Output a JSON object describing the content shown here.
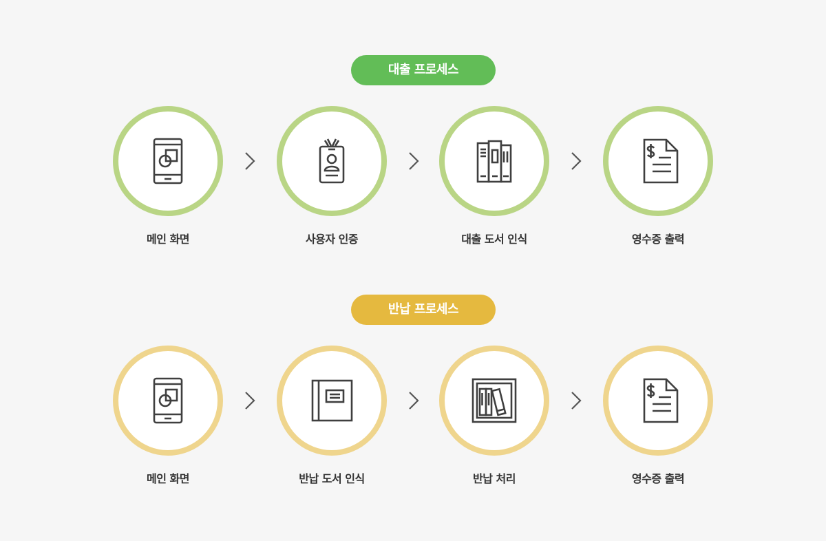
{
  "loan_process": {
    "title": "대출 프로세스",
    "color": "#62bd57",
    "ring_color": "#b9d585",
    "steps": [
      {
        "label": "메인 화면",
        "icon": "smartphone-icon"
      },
      {
        "label": "사용자 인증",
        "icon": "id-badge-icon"
      },
      {
        "label": "대출 도서 인식",
        "icon": "books-icon"
      },
      {
        "label": "영수증 출력",
        "icon": "receipt-icon"
      }
    ]
  },
  "return_process": {
    "title": "반납 프로세스",
    "color": "#e5b93f",
    "ring_color": "#efd58d",
    "steps": [
      {
        "label": "메인 화면",
        "icon": "smartphone-icon"
      },
      {
        "label": "반납 도서 인식",
        "icon": "book-icon"
      },
      {
        "label": "반납 처리",
        "icon": "bookshelf-icon"
      },
      {
        "label": "영수증 출력",
        "icon": "receipt-icon"
      }
    ]
  }
}
